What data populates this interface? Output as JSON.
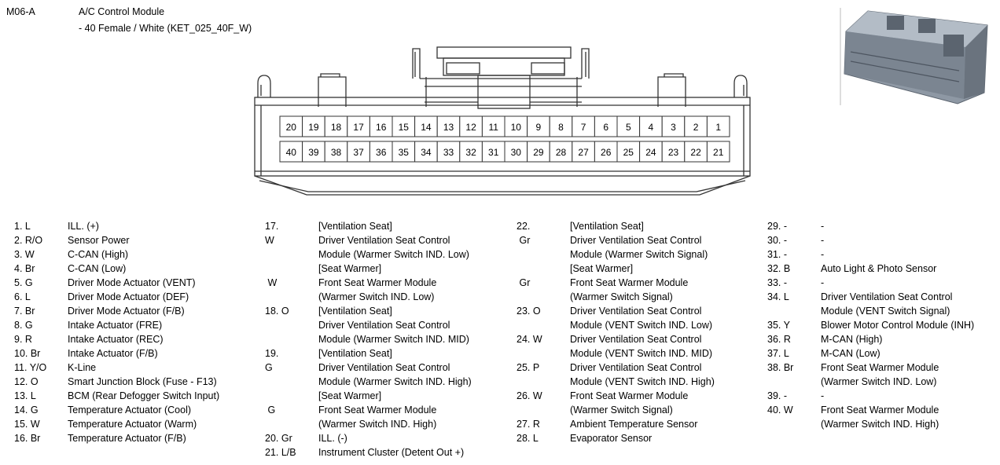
{
  "header": {
    "code": "M06-A",
    "title": "A/C Control Module",
    "subtitle": "- 40 Female / White (KET_025_40F_W)"
  },
  "connector": {
    "top_row": [
      "20",
      "19",
      "18",
      "17",
      "16",
      "15",
      "14",
      "13",
      "12",
      "11",
      "10",
      "9",
      "8",
      "7",
      "6",
      "5",
      "4",
      "3",
      "2",
      "1"
    ],
    "bottom_row": [
      "40",
      "39",
      "38",
      "37",
      "36",
      "35",
      "34",
      "33",
      "32",
      "31",
      "30",
      "29",
      "28",
      "27",
      "26",
      "25",
      "24",
      "23",
      "22",
      "21"
    ]
  },
  "photo": {
    "icon": "connector-photo-icon"
  },
  "columns": [
    [
      {
        "num": "1. L",
        "desc": "ILL. (+)"
      },
      {
        "num": "2. R/O",
        "desc": "Sensor Power"
      },
      {
        "num": "3. W",
        "desc": "C-CAN (High)"
      },
      {
        "num": "4. Br",
        "desc": "C-CAN (Low)"
      },
      {
        "num": "5. G",
        "desc": "Driver Mode Actuator (VENT)"
      },
      {
        "num": "6. L",
        "desc": "Driver Mode Actuator (DEF)"
      },
      {
        "num": "7. Br",
        "desc": "Driver Mode Actuator (F/B)"
      },
      {
        "num": "8. G",
        "desc": "Intake Actuator (FRE)"
      },
      {
        "num": "9. R",
        "desc": "Intake Actuator (REC)"
      },
      {
        "num": "10. Br",
        "desc": "Intake Actuator (F/B)"
      },
      {
        "num": "11. Y/O",
        "desc": "K-Line"
      },
      {
        "num": "12. O",
        "desc": "Smart Junction Block (Fuse - F13)"
      },
      {
        "num": "13. L",
        "desc": "BCM (Rear Defogger Switch Input)"
      },
      {
        "num": "14. G",
        "desc": "Temperature Actuator (Cool)"
      },
      {
        "num": "15. W",
        "desc": "Temperature Actuator (Warm)"
      },
      {
        "num": "16. Br",
        "desc": "Temperature Actuator (F/B)"
      }
    ],
    [
      {
        "num": "17.",
        "desc": "[Ventilation Seat]"
      },
      {
        "num": "W",
        "desc": "Driver Ventilation Seat Control"
      },
      {
        "num": "",
        "desc": "Module (Warmer Switch IND. Low)"
      },
      {
        "num": "",
        "desc": "[Seat Warmer]"
      },
      {
        "num": " W",
        "desc": "Front Seat Warmer Module"
      },
      {
        "num": "",
        "desc": "(Warmer Switch IND. Low)"
      },
      {
        "num": "18. O",
        "desc": "[Ventilation Seat]"
      },
      {
        "num": "",
        "desc": "Driver Ventilation Seat Control"
      },
      {
        "num": "",
        "desc": "Module (Warmer Switch IND. MID)"
      },
      {
        "num": "19.",
        "desc": "[Ventilation Seat]"
      },
      {
        "num": "G",
        "desc": "Driver Ventilation Seat Control"
      },
      {
        "num": "",
        "desc": "Module (Warmer Switch IND. High)"
      },
      {
        "num": "",
        "desc": "[Seat Warmer]"
      },
      {
        "num": " G",
        "desc": "Front Seat Warmer Module"
      },
      {
        "num": "",
        "desc": "(Warmer Switch IND. High)"
      },
      {
        "num": "20. Gr",
        "desc": "ILL. (-)"
      },
      {
        "num": "21. L/B",
        "desc": "Instrument Cluster (Detent Out +)"
      }
    ],
    [
      {
        "num": "22.",
        "desc": "[Ventilation Seat]"
      },
      {
        "num": " Gr",
        "desc": "Driver Ventilation Seat Control"
      },
      {
        "num": "",
        "desc": "Module (Warmer Switch Signal)"
      },
      {
        "num": "",
        "desc": "[Seat Warmer]"
      },
      {
        "num": " Gr",
        "desc": "Front Seat Warmer Module"
      },
      {
        "num": "",
        "desc": "(Warmer Switch Signal)"
      },
      {
        "num": "23. O",
        "desc": "Driver Ventilation Seat Control"
      },
      {
        "num": "",
        "desc": "Module (VENT Switch IND. Low)"
      },
      {
        "num": "24. W",
        "desc": "Driver Ventilation Seat Control"
      },
      {
        "num": "",
        "desc": "Module (VENT Switch IND. MID)"
      },
      {
        "num": "25. P",
        "desc": "Driver Ventilation Seat Control"
      },
      {
        "num": "",
        "desc": "Module (VENT Switch IND. High)"
      },
      {
        "num": "26. W",
        "desc": "Front Seat Warmer Module"
      },
      {
        "num": "",
        "desc": "(Warmer Switch Signal)"
      },
      {
        "num": "27. R",
        "desc": "Ambient Temperature Sensor"
      },
      {
        "num": "28. L",
        "desc": "Evaporator Sensor"
      }
    ],
    [
      {
        "num": "29. -",
        "desc": "-"
      },
      {
        "num": "30. -",
        "desc": "-"
      },
      {
        "num": "31. -",
        "desc": "-"
      },
      {
        "num": "32. B",
        "desc": "Auto Light & Photo Sensor"
      },
      {
        "num": "33. -",
        "desc": "-"
      },
      {
        "num": "34. L",
        "desc": "Driver Ventilation Seat Control"
      },
      {
        "num": "",
        "desc": "Module (VENT Switch Signal)"
      },
      {
        "num": "35. Y",
        "desc": "Blower Motor Control Module (INH)"
      },
      {
        "num": "36. R",
        "desc": "M-CAN (High)"
      },
      {
        "num": "37. L",
        "desc": "M-CAN (Low)"
      },
      {
        "num": "38. Br",
        "desc": "Front Seat Warmer Module"
      },
      {
        "num": "",
        "desc": "(Warmer Switch IND. Low)"
      },
      {
        "num": "39. -",
        "desc": "-"
      },
      {
        "num": "40. W",
        "desc": "Front Seat Warmer Module"
      },
      {
        "num": "",
        "desc": "(Warmer Switch IND. High)"
      }
    ]
  ]
}
